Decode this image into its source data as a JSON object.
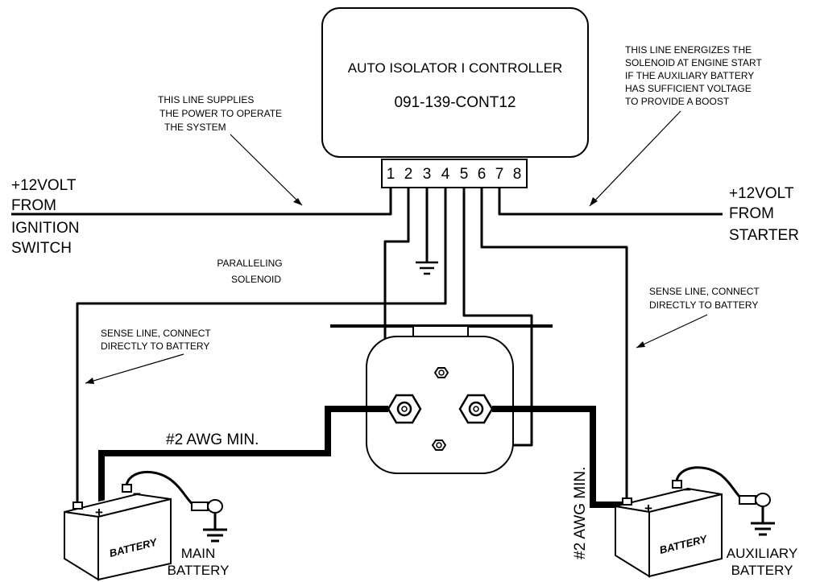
{
  "controller": {
    "name": "AUTO ISOLATOR I CONTROLLER",
    "part_number": "091-139-CONT12",
    "terminals": [
      "1",
      "2",
      "3",
      "4",
      "5",
      "6",
      "7",
      "8"
    ]
  },
  "notes": {
    "power_supply": [
      "THIS LINE SUPPLIES",
      "THE POWER TO OPERATE",
      "THE SYSTEM"
    ],
    "energize": [
      "THIS LINE ENERGIZES THE",
      "SOLENOID AT ENGINE START",
      "IF THE AUXILIARY BATTERY",
      "HAS SUFFICIENT VOLTAGE",
      "TO PROVIDE A BOOST"
    ],
    "sense_left": [
      "SENSE LINE, CONNECT",
      "DIRECTLY TO BATTERY"
    ],
    "sense_right": [
      "SENSE LINE, CONNECT",
      "DIRECTLY TO BATTERY"
    ],
    "solenoid": [
      "PARALLELING",
      "SOLENOID"
    ]
  },
  "inputs": {
    "ignition": [
      "+12VOLT",
      "FROM",
      "IGNITION",
      "SWITCH"
    ],
    "starter": [
      "+12VOLT",
      "FROM",
      "STARTER"
    ]
  },
  "cables": {
    "left": "#2 AWG MIN.",
    "right": "#2 AWG MIN."
  },
  "batteries": {
    "main": {
      "case_text": "BATTERY",
      "label": [
        "MAIN",
        "BATTERY"
      ],
      "plus": "+",
      "minus": "−"
    },
    "auxiliary": {
      "case_text": "BATTERY",
      "label": [
        "AUXILIARY",
        "BATTERY"
      ],
      "plus": "+",
      "minus": "−"
    }
  }
}
